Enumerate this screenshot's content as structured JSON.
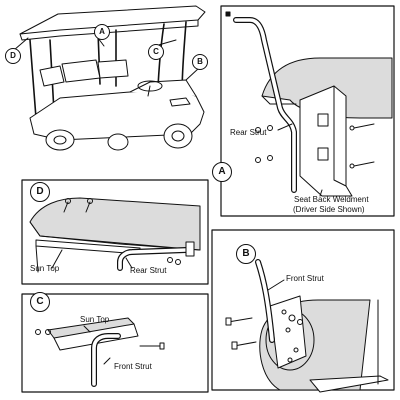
{
  "callouts": {
    "overview_a": "A",
    "overview_b": "B",
    "overview_c": "C",
    "overview_d": "D",
    "panel_a": "A",
    "panel_b": "B",
    "panel_c": "C",
    "panel_d": "D"
  },
  "panel_a": {
    "rear_strut": "Rear Strut",
    "seat_back_weldment": "Seat Back Weldment",
    "driver_side_note": "(Driver Side Shown)"
  },
  "panel_b": {
    "front_strut": "Front Strut"
  },
  "panel_c": {
    "sun_top": "Sun Top",
    "front_strut": "Front Strut"
  },
  "panel_d": {
    "sun_top": "Sun Top",
    "rear_strut": "Rear Strut"
  },
  "colors": {
    "line": "#111111",
    "shade": "#dcdcdc",
    "frame": "#111111"
  }
}
